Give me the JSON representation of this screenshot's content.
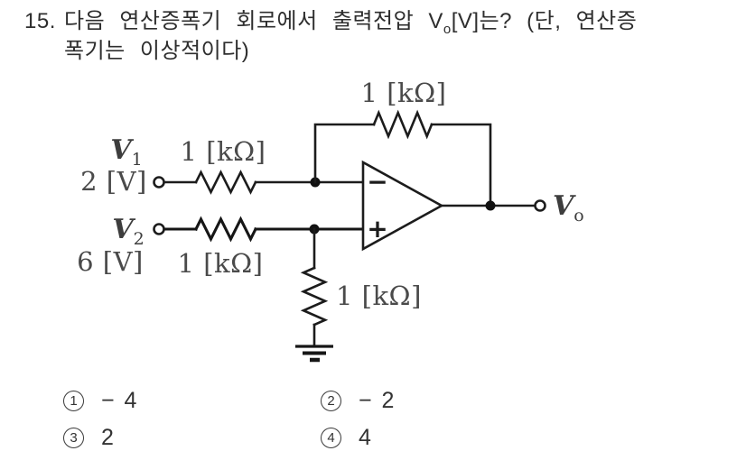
{
  "question": {
    "number": "15.",
    "line1_pre": "다음 연산증폭기 회로에서 출력전압 V",
    "line1_sub": "o",
    "line1_post": "[V]는? (단, 연산증",
    "line2": "폭기는 이상적이다)"
  },
  "circuit": {
    "source1": {
      "name_base": "V",
      "name_sub": "1",
      "value": "2 [V]"
    },
    "source2": {
      "name_base": "V",
      "name_sub": "2",
      "value": "6 [V]"
    },
    "resistor_in1": "1 [kΩ]",
    "resistor_in2": "1 [kΩ]",
    "resistor_feedback": "1 [kΩ]",
    "resistor_ground": "1 [kΩ]",
    "opamp": {
      "minus": "−",
      "plus": "+"
    },
    "output": {
      "name_base": "V",
      "name_sub": "o"
    }
  },
  "options": [
    {
      "num": "1",
      "label": "− 4"
    },
    {
      "num": "2",
      "label": "− 2"
    },
    {
      "num": "3",
      "label": "2"
    },
    {
      "num": "4",
      "label": "4"
    }
  ],
  "colors": {
    "wire": "#1c1c1c",
    "label": "#4a4a4a",
    "text": "#2e2e2e"
  }
}
